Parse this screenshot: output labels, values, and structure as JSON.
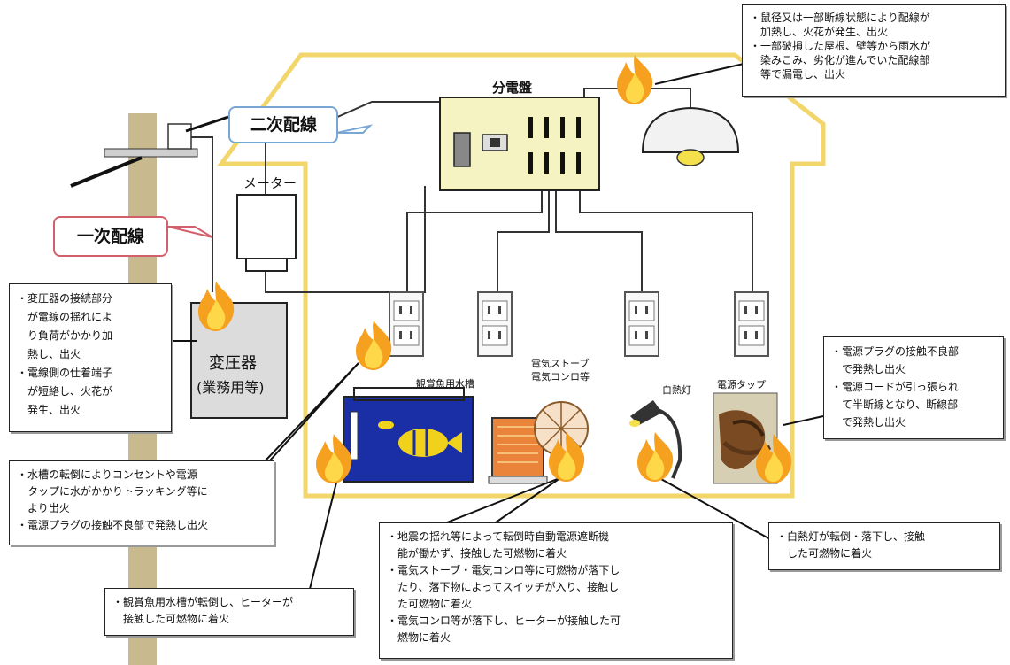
{
  "labels": {
    "panel": "分電盤",
    "meter": "メーター",
    "secondary_wiring": "二次配線",
    "primary_wiring": "一次配線",
    "transformer_line1": "変圧器",
    "transformer_line2": "(業務用等)",
    "aquarium": "観賞魚用水槽",
    "heater_line1": "電気ストーブ",
    "heater_line2": "電気コンロ等",
    "lamp": "白熱灯",
    "power_strip": "電源タップ"
  },
  "notes": {
    "ceiling": [
      "・鼠径又は一部断線状態により配線が",
      "　加熱し、火花が発生、出火",
      "・一部破損した屋根、壁等から雨水が",
      "　染みこみ、劣化が進んでいた配線部",
      "　等で漏電し、出火"
    ],
    "transformer": [
      "・変圧器の接続部分",
      "　が電線の揺れによ",
      "　り負荷がかかり加",
      "　熱し、出火",
      "・電線側の仕着端子",
      "　が短絡し、火花が",
      "　発生、出火"
    ],
    "plug": [
      "・電源プラグの接触不良部",
      "　で発熱し出火",
      "・電源コードが引っ張られ",
      "　て半断線となり、断線部",
      "　で発熱し出火"
    ],
    "aquarium_outlet": [
      "・水槽の転倒によりコンセントや電源",
      "　タップに水がかかりトラッキング等に",
      "　より出火",
      "・電源プラグの接触不良部で発熱し出火"
    ],
    "aquarium_heater": [
      "・観賞魚用水槽が転倒し、ヒーターが",
      "　接触した可燃物に着火"
    ],
    "stove": [
      "・地震の揺れ等によって転倒時自動電源遮断機",
      "　能が働かず、接触した可燃物に着火",
      "・電気ストーブ・電気コンロ等に可燃物が落下し",
      "　たり、落下物によってスイッチが入り、接触し",
      "　た可燃物に着火",
      "・電気コンロ等が落下し、ヒーターが接触した可",
      "　燃物に着火"
    ],
    "lamp": [
      "・白熱灯が転倒・落下し、接触",
      "　した可燃物に着火"
    ]
  },
  "colors": {
    "house_outline": "#f2d66b",
    "flame_outer": "#f5a01f",
    "flame_inner": "#ffd84a",
    "pole": "#c9b98e",
    "secondary_callout_border": "#7aa6d6",
    "primary_callout_border": "#d2606a",
    "aquarium_water": "#1a2fa6",
    "heater_body": "#e9843a",
    "lamp_bulb": "#f4e04a"
  }
}
